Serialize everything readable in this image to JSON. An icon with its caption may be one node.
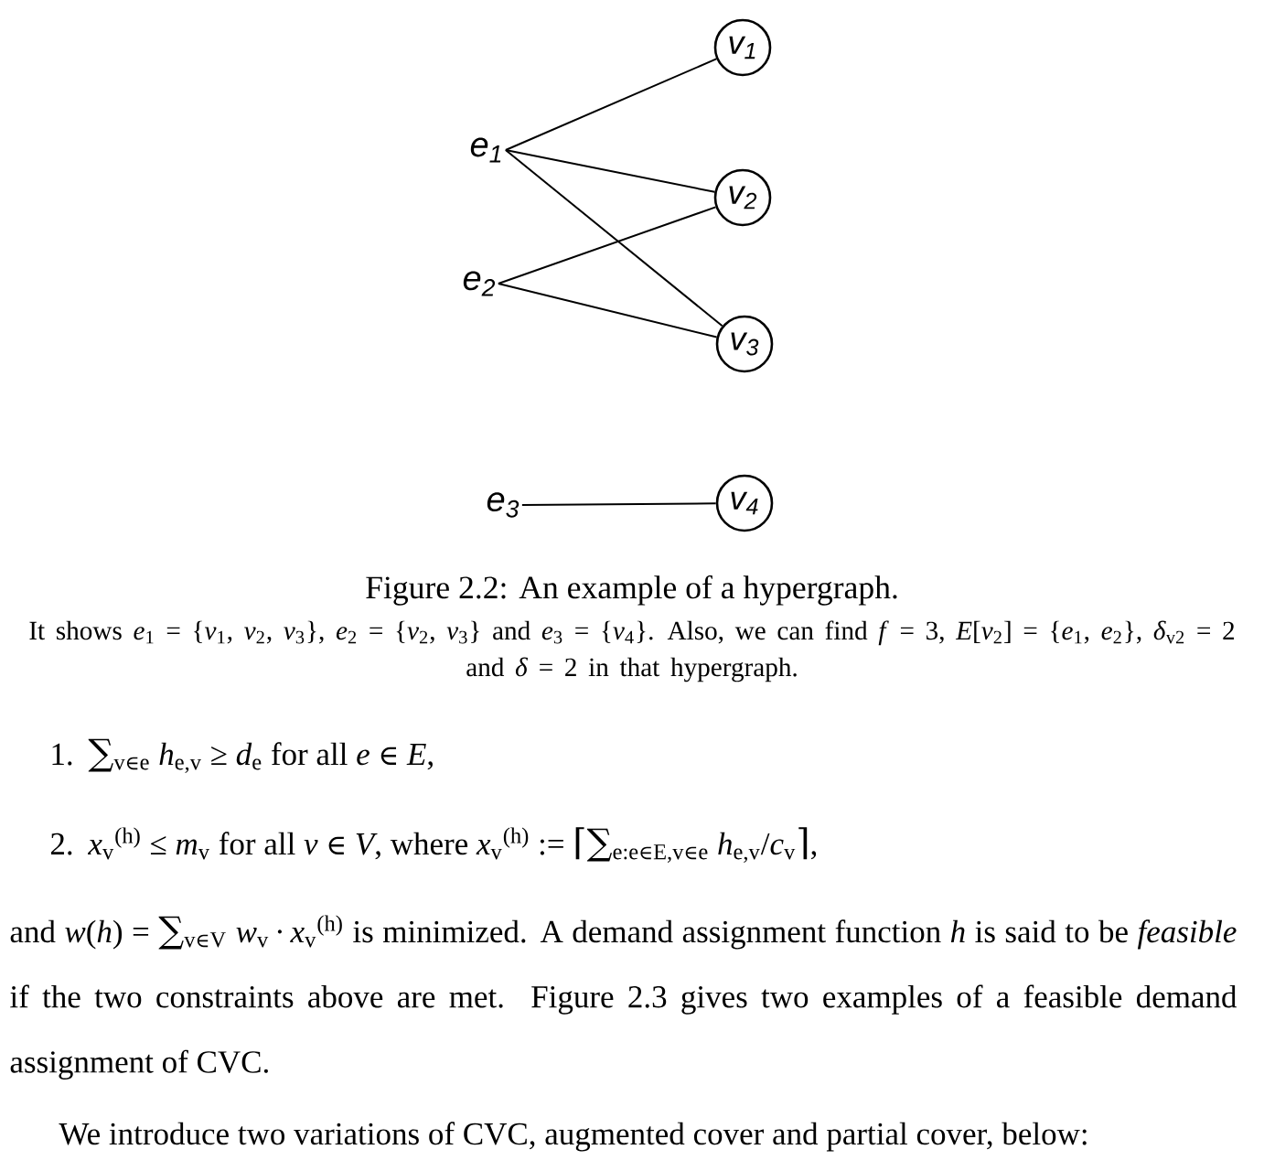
{
  "diagram": {
    "caption": "Figure 2.2: An example of a hypergraph.",
    "nodes": [
      {
        "text": [
          "v$_{1}$"
        ]
      },
      {
        "text": [
          "e$_{1}$"
        ]
      },
      {
        "text": [
          "v$_{2}$"
        ]
      },
      {
        "text": [
          "e$_{2}$"
        ]
      },
      {
        "text": [
          "v$_{3}$"
        ]
      },
      {
        "text": [
          "e$_{3}$"
        ]
      },
      {
        "text": [
          "v$_{4}$"
        ]
      }
    ],
    "edges": [
      {
        "from": 1,
        "to": 0,
        "arrow": "none"
      },
      {
        "from": 1,
        "to": 2,
        "arrow": "none"
      },
      {
        "from": 1,
        "to": 4,
        "arrow": "none"
      },
      {
        "from": 3,
        "to": 2,
        "arrow": "none"
      },
      {
        "from": 3,
        "to": 4,
        "arrow": "none"
      },
      {
        "from": 5,
        "to": 6,
        "arrow": "none"
      }
    ],
    "labels": [
      "It shows *e*$_{1}$ = {*v*$_{1}$, *v*$_{2}$, *v*$_{3}$}, *e*$_{2}$ = {*v*$_{2}$, *v*$_{3}$} and *e*$_{3}$ = {*v*$_{4}$}. Also, we can find *f* = 3, *E*[*v*$_{2}$] = {*e*$_{1}$, *e*$_{2}$}, *δ*$_{v2}$ = 2 and *δ* = 2 in that hypergraph.",
      "1.",
      "∑$_{v∈e}$ *h*$_{e,v}$ ≥ *d*$_{e}$ for all *e* ∈ *E*,",
      "2.",
      "*x*$_{v}$$^{(h)}$ ≤ *m*$_{v}$ for all *v* ∈ *V*, where *x*$_{v}$$^{(h)}$ := ⌈∑$_{e:e∈E,v∈e}$ *h*$_{e,v}$/*c*$_{v}$⌉,",
      "and *w*(*h*) = ∑$_{v∈V}$ *w*$_{v}$·*x*$_{v}$$^{(h)}$ is minimized. A demand assignment function *h* is said to be *feasible* if the two constraints above are met. Figure 2.3 gives two examples of a feasible demand assignment of CVC.",
      "We introduce two variations of CVC, augmented cover and partial cover, below:"
    ]
  }
}
